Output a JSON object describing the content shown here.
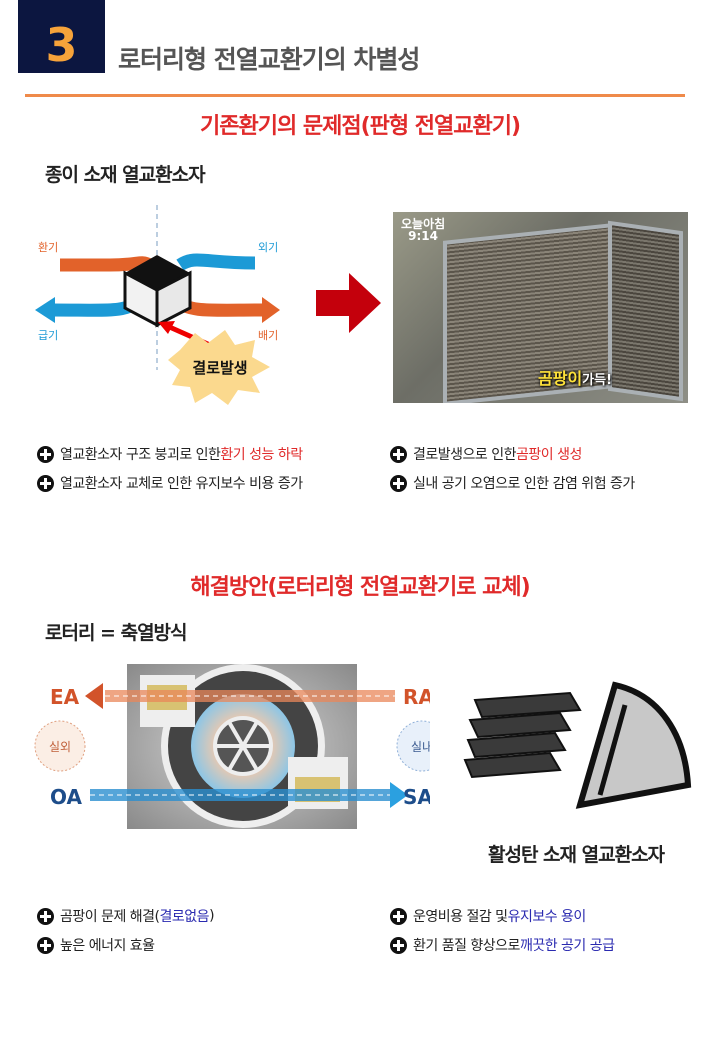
{
  "header": {
    "number": "3",
    "title": "로터리형 전열교환기의 차별성"
  },
  "problem": {
    "heading": "기존환기의 문제점(판형 전열교환기)",
    "subheading": "종이 소재 열교환소자",
    "diagram": {
      "return_air": "환기",
      "outside_air": "외기",
      "supply_air": "급기",
      "exhaust_air": "배기",
      "burst": "결로발생"
    },
    "photo": {
      "channel": "오늘아침",
      "time": "9:14",
      "caption_main": "곰팡이",
      "caption_tail": "가득!"
    },
    "bullets": [
      {
        "plain": "열교환소자 구조 붕괴로 인한 ",
        "highlight": "환기 성능 하락"
      },
      {
        "plain": "결로발생으로 인한 ",
        "highlight": "곰팡이 생성"
      },
      {
        "plain": "열교환소자 교체로 인한 유지보수 비용 증가",
        "highlight": ""
      },
      {
        "plain": "실내 공기 오염으로 인한 감염 위험 증가",
        "highlight": ""
      }
    ]
  },
  "solution": {
    "heading": "해결방안(로터리형 전열교환기로 교체)",
    "subheading": "로터리 = 축열방식",
    "diagram": {
      "ea": "EA",
      "ra": "RA",
      "oa": "OA",
      "sa": "SA",
      "outdoor": "실외",
      "indoor": "실내"
    },
    "element_caption": "활성탄 소재 열교환소자",
    "bullets": [
      {
        "plain": "곰팡이 문제 해결(",
        "highlight": "결로없음",
        "tail": ")"
      },
      {
        "plain": "운영비용 절감 및 ",
        "highlight": "유지보수 용이",
        "tail": ""
      },
      {
        "plain": "높은 에너지 효율",
        "highlight": "",
        "tail": ""
      },
      {
        "plain": "환기 품질 향상으로 ",
        "highlight": "깨끗한 공기 공급",
        "tail": ""
      }
    ]
  },
  "colors": {
    "navy": "#0c1640",
    "orange": "#f7a33a",
    "red": "#e02a2a",
    "blue": "#2a2ab0"
  }
}
